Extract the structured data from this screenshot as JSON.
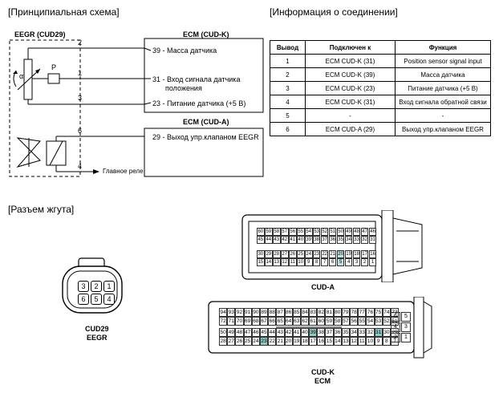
{
  "schematic": {
    "heading": "[Принципиальная схема]",
    "eegr_title": "EEGR (CUD29)",
    "p_label": "P",
    "alpha_label": "α",
    "wire_numbers": [
      "2",
      "1",
      "3",
      "6",
      "4"
    ],
    "ecm_k_title": "ECM (CUD-K)",
    "ecm_k_pins": [
      "39 - Масса датчика",
      "31 - Вход сигнала датчика",
      "положения",
      "23 - Питание датчика (+5 В)"
    ],
    "ecm_a_title": "ECM (CUD-A)",
    "ecm_a_pin": "29 - Выход упр.клапаном EEGR",
    "main_relay": "Главное реле"
  },
  "connection_info": {
    "heading": "[Информация о соединении]",
    "columns": [
      "Вывод",
      "Подключен к",
      "Функция"
    ],
    "rows": [
      [
        "1",
        "ECM CUD-K (31)",
        "Position sensor signal input"
      ],
      [
        "2",
        "ECM CUD-K (39)",
        "Масса датчика"
      ],
      [
        "3",
        "ECM CUD-K (23)",
        "Питание датчика (+5 В)"
      ],
      [
        "4",
        "ECM CUD-K (31)",
        "Вход сигнала обратной связи"
      ],
      [
        "5",
        "-",
        "-"
      ],
      [
        "6",
        "ECM CUD-A (29)",
        "Выход упр.клапаном EEGR"
      ]
    ]
  },
  "harness": {
    "heading": "[Разъем жгута]",
    "cud29": {
      "pins_top": [
        "3",
        "2",
        "1"
      ],
      "pins_bottom": [
        "6",
        "5",
        "4"
      ],
      "label1": "CUD29",
      "label2": "EEGR"
    },
    "cud_a": {
      "label": "CUD-A",
      "row1": [
        "60",
        "59",
        "58",
        "57",
        "56",
        "55",
        "54",
        "53",
        "52",
        "51",
        "50",
        "49",
        "48",
        "47",
        "46"
      ],
      "row2": [
        "45",
        "44",
        "43",
        "42",
        "41",
        "40",
        "39",
        "38",
        "37",
        "36",
        "35",
        "34",
        "33",
        "32",
        "31"
      ],
      "row3": [
        "30",
        "29",
        "28",
        "27",
        "26",
        "25",
        "24",
        "23",
        "22",
        "21",
        "20",
        "19",
        "18",
        "17",
        "16"
      ],
      "row4": [
        "15",
        "14",
        "13",
        "12",
        "11",
        "10",
        "9",
        "8",
        "7",
        "6",
        "5",
        "4",
        "3",
        "2",
        "1"
      ],
      "highlighted": [
        "20",
        "5"
      ]
    },
    "cud_k": {
      "label1": "CUD-K",
      "label2": "ECM",
      "row1": [
        "94",
        "93",
        "92",
        "91",
        "90",
        "89",
        "88",
        "87",
        "86",
        "85",
        "84",
        "83",
        "82",
        "81",
        "80",
        "79",
        "78",
        "77",
        "76",
        "75",
        "74",
        "73"
      ],
      "row2": [
        "72",
        "71",
        "70",
        "69",
        "68",
        "67",
        "66",
        "65",
        "64",
        "63",
        "62",
        "61",
        "60",
        "59",
        "58",
        "57",
        "56",
        "55",
        "54",
        "53",
        "52",
        "51"
      ],
      "row3": [
        "50",
        "49",
        "48",
        "47",
        "46",
        "45",
        "44",
        "43",
        "42",
        "41",
        "40",
        "39",
        "38",
        "37",
        "36",
        "35",
        "34",
        "33",
        "32",
        "31",
        "30",
        "29"
      ],
      "row4": [
        "28",
        "27",
        "26",
        "25",
        "24",
        "23",
        "22",
        "21",
        "20",
        "19",
        "18",
        "17",
        "16",
        "15",
        "14",
        "13",
        "12",
        "11",
        "10",
        "9",
        "8",
        "7"
      ],
      "side_top": [
        "6",
        "5",
        "4",
        "3"
      ],
      "side_bottom": [
        "2",
        "1"
      ],
      "highlighted": [
        "39",
        "31",
        "23"
      ]
    }
  }
}
